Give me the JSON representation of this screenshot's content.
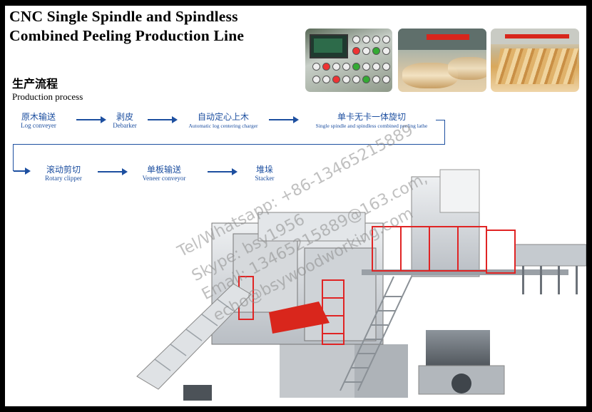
{
  "title_line1": "CNC Single Spindle and Spindless",
  "title_line2": "Combined Peeling Production Line",
  "section": {
    "cn": "生产流程",
    "en": "Production process"
  },
  "steps": [
    {
      "cn": "原木输送",
      "en": "Log conveyer"
    },
    {
      "cn": "剥皮",
      "en": "Debarker"
    },
    {
      "cn": "自动定心上木",
      "en": "Automatic log centering charger"
    },
    {
      "cn": "单卡无卡一体旋切",
      "en": "Single spindle and spindless combined peeling lathe"
    },
    {
      "cn": "滚动剪切",
      "en": "Rotary clipper"
    },
    {
      "cn": "单板输送",
      "en": "Veneer conveyor"
    },
    {
      "cn": "堆垛",
      "en": "Stacker"
    }
  ],
  "watermark": {
    "line1": "Tel/Whatsapp: +86-13465215889",
    "line2": "Skype: bsy1956",
    "line3": "Email: 13465215889@163.com,",
    "line4": "echo@bsywoodworking.com"
  },
  "colors": {
    "flow_blue": "#1d4fa0",
    "rail_red": "#e02424",
    "accent_red": "#d9261c"
  }
}
